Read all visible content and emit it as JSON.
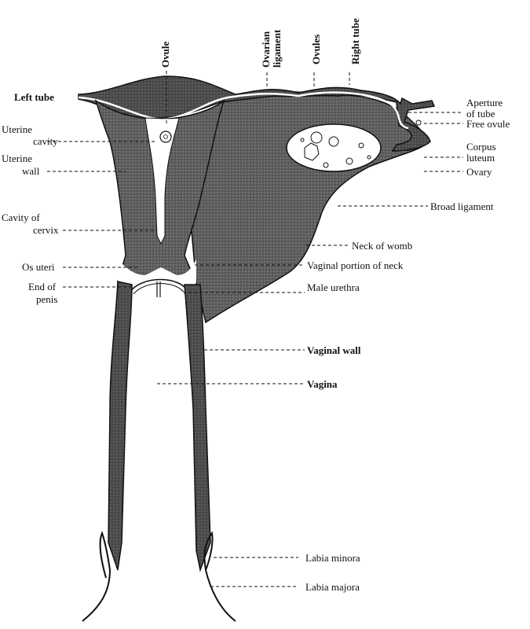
{
  "figure": {
    "subject": "Uterus, ovary and vagina in section",
    "colors": {
      "tissue": "#5a5a5a",
      "tissue_light": "#8a8a8a",
      "outline": "#111111",
      "background": "#ffffff",
      "cavity": "#ffffff"
    }
  },
  "labels": {
    "top": [
      {
        "id": "ovule",
        "text": "Ovule"
      },
      {
        "id": "ovarian_ligament_1",
        "text": "Ovarian"
      },
      {
        "id": "ovarian_ligament_2",
        "text": "ligament"
      },
      {
        "id": "ovules",
        "text": "Ovules"
      },
      {
        "id": "right_tube",
        "text": "Right tube"
      }
    ],
    "left": [
      {
        "id": "left_tube",
        "text": "Left tube"
      },
      {
        "id": "uterine_cavity_1",
        "text": "Uterine"
      },
      {
        "id": "uterine_cavity_2",
        "text": "cavity"
      },
      {
        "id": "uterine_wall_1",
        "text": "Uterine"
      },
      {
        "id": "uterine_wall_2",
        "text": "wall"
      },
      {
        "id": "cavity_cervix_1",
        "text": "Cavity of"
      },
      {
        "id": "cavity_cervix_2",
        "text": "cervix"
      },
      {
        "id": "os_uteri",
        "text": "Os uteri"
      },
      {
        "id": "end_penis_1",
        "text": "End of"
      },
      {
        "id": "end_penis_2",
        "text": "penis"
      }
    ],
    "right": [
      {
        "id": "aperture_1",
        "text": "Aperture"
      },
      {
        "id": "aperture_2",
        "text": "of tube"
      },
      {
        "id": "free_ovule",
        "text": "Free ovule"
      },
      {
        "id": "corpus_1",
        "text": "Corpus"
      },
      {
        "id": "corpus_2",
        "text": "luteum"
      },
      {
        "id": "ovary",
        "text": "Ovary"
      },
      {
        "id": "broad_ligament",
        "text": "Broad ligament"
      },
      {
        "id": "neck_of_womb",
        "text": "Neck of womb"
      },
      {
        "id": "vaginal_portion",
        "text": "Vaginal portion of neck"
      },
      {
        "id": "male_urethra",
        "text": "Male urethra"
      },
      {
        "id": "vaginal_wall",
        "text": "Vaginal wall"
      },
      {
        "id": "vagina",
        "text": "Vagina"
      },
      {
        "id": "labia_minora",
        "text": "Labia minora"
      },
      {
        "id": "labia_majora",
        "text": "Labia majora"
      }
    ]
  }
}
